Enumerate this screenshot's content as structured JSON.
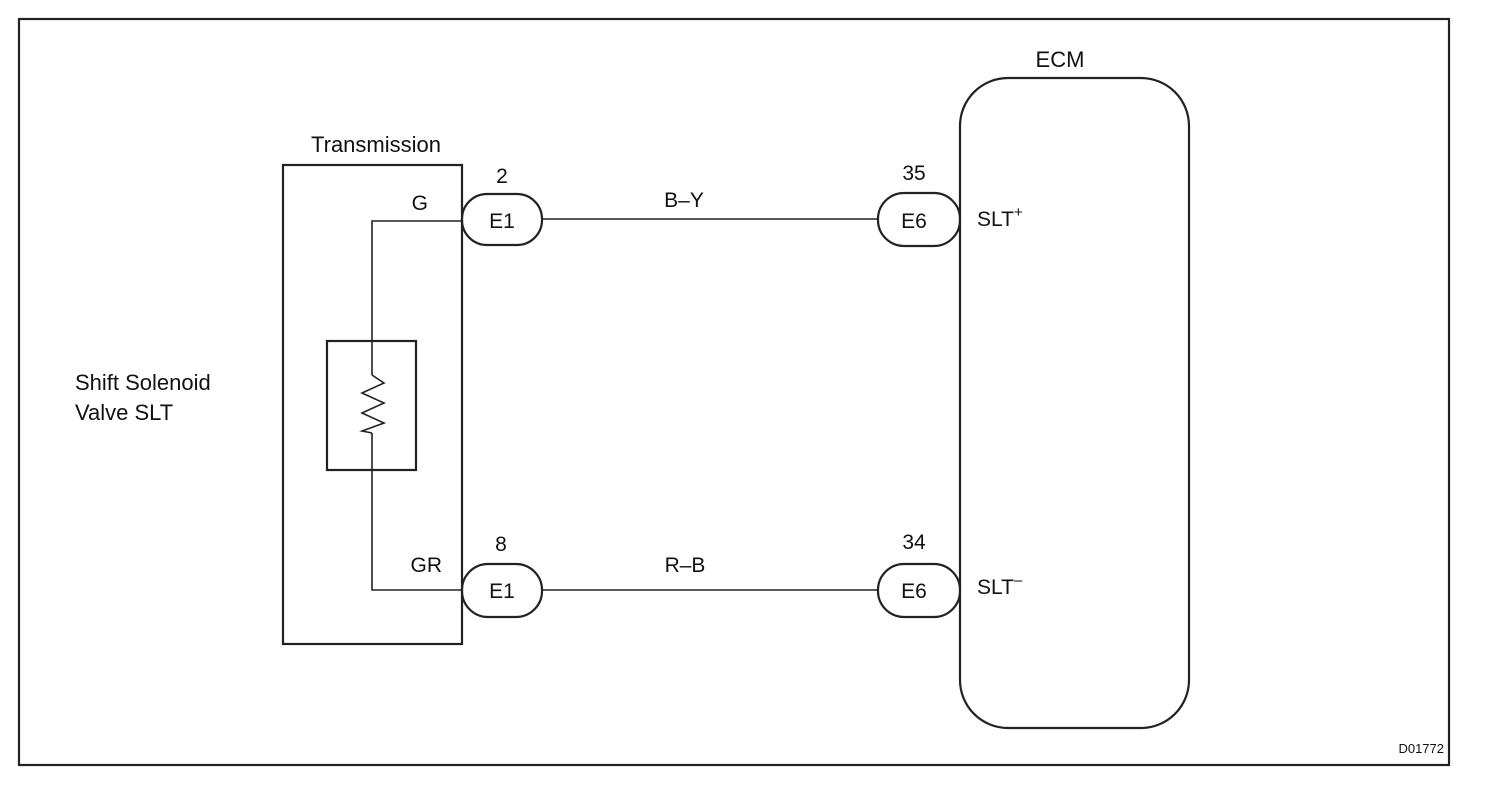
{
  "diagram": {
    "id_code": "D01772",
    "component_label": {
      "line1": "Shift Solenoid",
      "line2": "Valve SLT"
    },
    "transmission": {
      "title": "Transmission",
      "wire_top_color": "G",
      "wire_bottom_color": "GR"
    },
    "ecm": {
      "title": "ECM",
      "terminal_plus": {
        "base": "SLT",
        "sign": "+"
      },
      "terminal_minus": {
        "base": "SLT",
        "sign": "–"
      }
    },
    "connectors": [
      {
        "name": "E1",
        "pin": "2"
      },
      {
        "name": "E1",
        "pin": "8"
      },
      {
        "name": "E6",
        "pin": "35"
      },
      {
        "name": "E6",
        "pin": "34"
      }
    ],
    "wires": [
      {
        "color": "B–Y"
      },
      {
        "color": "R–B"
      }
    ]
  }
}
